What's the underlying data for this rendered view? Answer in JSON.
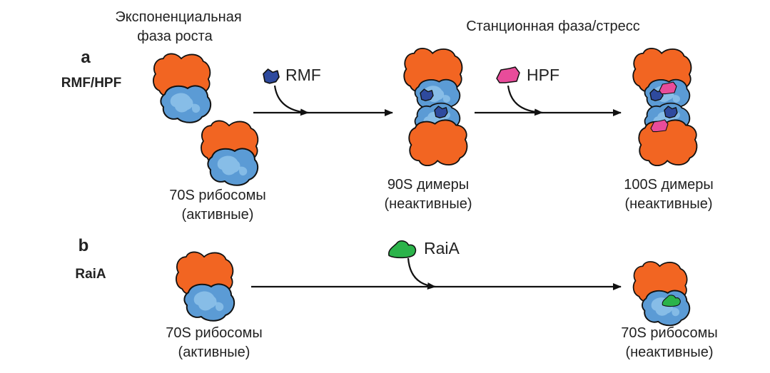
{
  "header": {
    "exp_line1": "Экспоненциальная",
    "exp_line2": "фаза роста",
    "stationary": "Станционная  фаза/стресс"
  },
  "panel_a": {
    "letter": "a",
    "name": "RMF/HPF",
    "protein1": "RMF",
    "protein2": "HPF",
    "state1_line1": "70S рибосомы",
    "state1_line2": "(активные)",
    "state2_line1": "90S димеры",
    "state2_line2": "(неактивные)",
    "state3_line1": "100S димеры",
    "state3_line2": "(неактивные)"
  },
  "panel_b": {
    "letter": "b",
    "name": "RaiA",
    "protein": "RaiA",
    "state1_line1": "70S рибосомы",
    "state1_line2": "(активные)",
    "state2_line1": "70S рибосомы",
    "state2_line2": "(неактивные)"
  },
  "colors": {
    "large_subunit": "#f26522",
    "small_subunit": "#5b9bd5",
    "small_subunit_light": "#8fc3ea",
    "rmf": "#2e4a9e",
    "hpf": "#e84c9a",
    "raia": "#2bb34a",
    "outline": "#111111"
  }
}
